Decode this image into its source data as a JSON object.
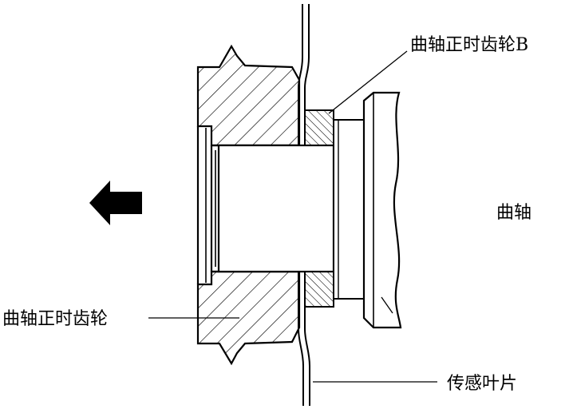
{
  "labels": {
    "gear_b": "曲轴正时齿轮B",
    "crankshaft": "曲轴",
    "crank_gear": "曲轴正时齿轮",
    "sensor_blade": "传感叶片"
  },
  "icons": {
    "direction_arrow": "arrow-left-icon"
  },
  "colors": {
    "line": "#000000",
    "background": "#ffffff"
  }
}
